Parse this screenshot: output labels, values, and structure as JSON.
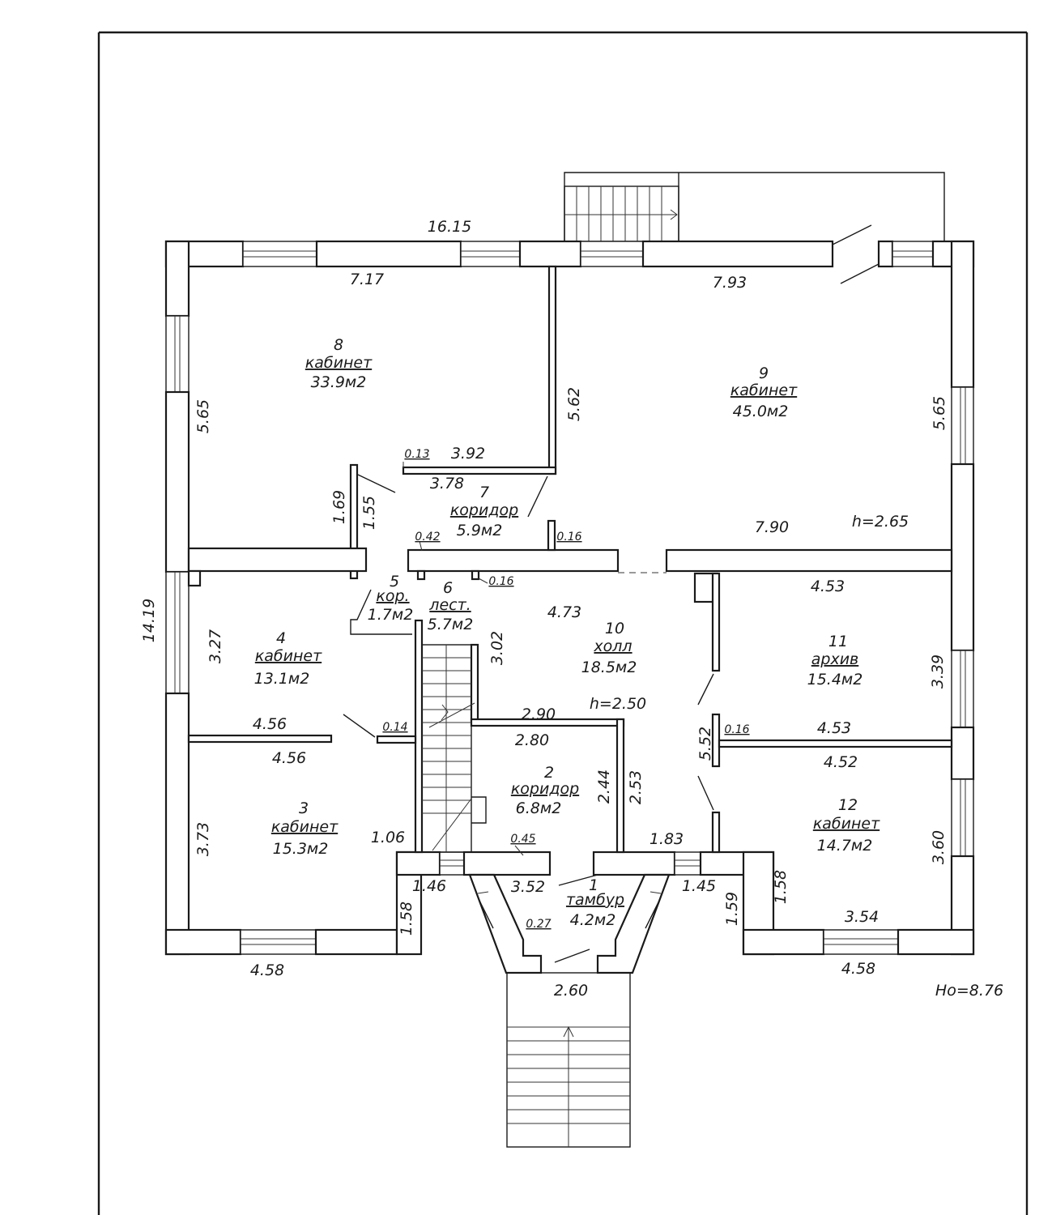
{
  "rooms": [
    {
      "number": "8",
      "name": "кабинет",
      "area": "33.9м2"
    },
    {
      "number": "9",
      "name": "кабинет",
      "area": "45.0м2"
    },
    {
      "number": "7",
      "name": "коридор",
      "area": "5.9м2"
    },
    {
      "number": "5",
      "name": "кор.",
      "area": "1.7м2"
    },
    {
      "number": "6",
      "name": "лест.",
      "area": "5.7м2"
    },
    {
      "number": "4",
      "name": "кабинет",
      "area": "13.1м2"
    },
    {
      "number": "10",
      "name": "холл",
      "area": "18.5м2"
    },
    {
      "number": "11",
      "name": "архив",
      "area": "15.4м2"
    },
    {
      "number": "2",
      "name": "коридор",
      "area": "6.8м2"
    },
    {
      "number": "3",
      "name": "кабинет",
      "area": "15.3м2"
    },
    {
      "number": "12",
      "name": "кабинет",
      "area": "14.7м2"
    },
    {
      "number": "1",
      "name": "тамбур",
      "area": "4.2м2"
    }
  ],
  "dims": [
    "16.15",
    "7.17",
    "7.93",
    "5.65",
    "5.62",
    "5.65",
    "0.13",
    "3.92",
    "3.78",
    "1.69",
    "1.55",
    "0.42",
    "0.16",
    "7.90",
    "h=2.65",
    "14.19",
    "0.16",
    "4.73",
    "4.53",
    "3.27",
    "3.02",
    "3.39",
    "2.90",
    "h=2.50",
    "4.56",
    "0.14",
    "2.80",
    "0.16",
    "4.53",
    "5.52",
    "4.56",
    "4.52",
    "2.44",
    "2.53",
    "3.73",
    "1.06",
    "0.45",
    "1.83",
    "3.60",
    "1.46",
    "3.52",
    "1.45",
    "1.58",
    "1.58",
    "1.59",
    "0.27",
    "3.54",
    "4.58",
    "4.58",
    "2.60",
    "Ho=8.76"
  ]
}
